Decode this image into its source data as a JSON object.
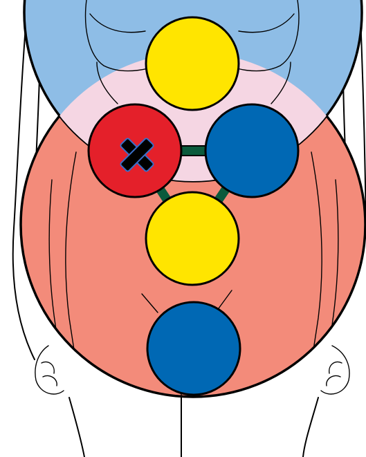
{
  "colors": {
    "background": "#ffffff",
    "zone_upper": "#8ebde6",
    "zone_lower": "#f38b7a",
    "zone_overlap": "#f5d6e3",
    "node_yellow": "#ffe500",
    "node_blue": "#0068b4",
    "node_red": "#e4202a",
    "connector": "#0b5a3c",
    "cross_fill": "#000000",
    "cross_outline": "#3a6fc9"
  },
  "zones": [
    {
      "name": "upper-zone",
      "color": "zone_upper"
    },
    {
      "name": "lower-zone",
      "color": "zone_lower"
    }
  ],
  "nodes": [
    {
      "name": "node-top-yellow",
      "color": "node_yellow",
      "marked": false
    },
    {
      "name": "node-left-red",
      "color": "node_red",
      "marked": true
    },
    {
      "name": "node-right-blue",
      "color": "node_blue",
      "marked": false
    },
    {
      "name": "node-middle-yellow",
      "color": "node_yellow",
      "marked": false
    },
    {
      "name": "node-bottom-blue",
      "color": "node_blue",
      "marked": false
    }
  ],
  "marker": {
    "icon": "x-mark-icon",
    "on_node": "node-left-red"
  },
  "connectors": [
    {
      "name": "connector-left-right",
      "from": "node-left-red",
      "to": "node-right-blue"
    },
    {
      "name": "connector-left-middle",
      "from": "node-left-red",
      "to": "node-middle-yellow"
    },
    {
      "name": "connector-right-middle",
      "from": "node-right-blue",
      "to": "node-middle-yellow"
    }
  ]
}
